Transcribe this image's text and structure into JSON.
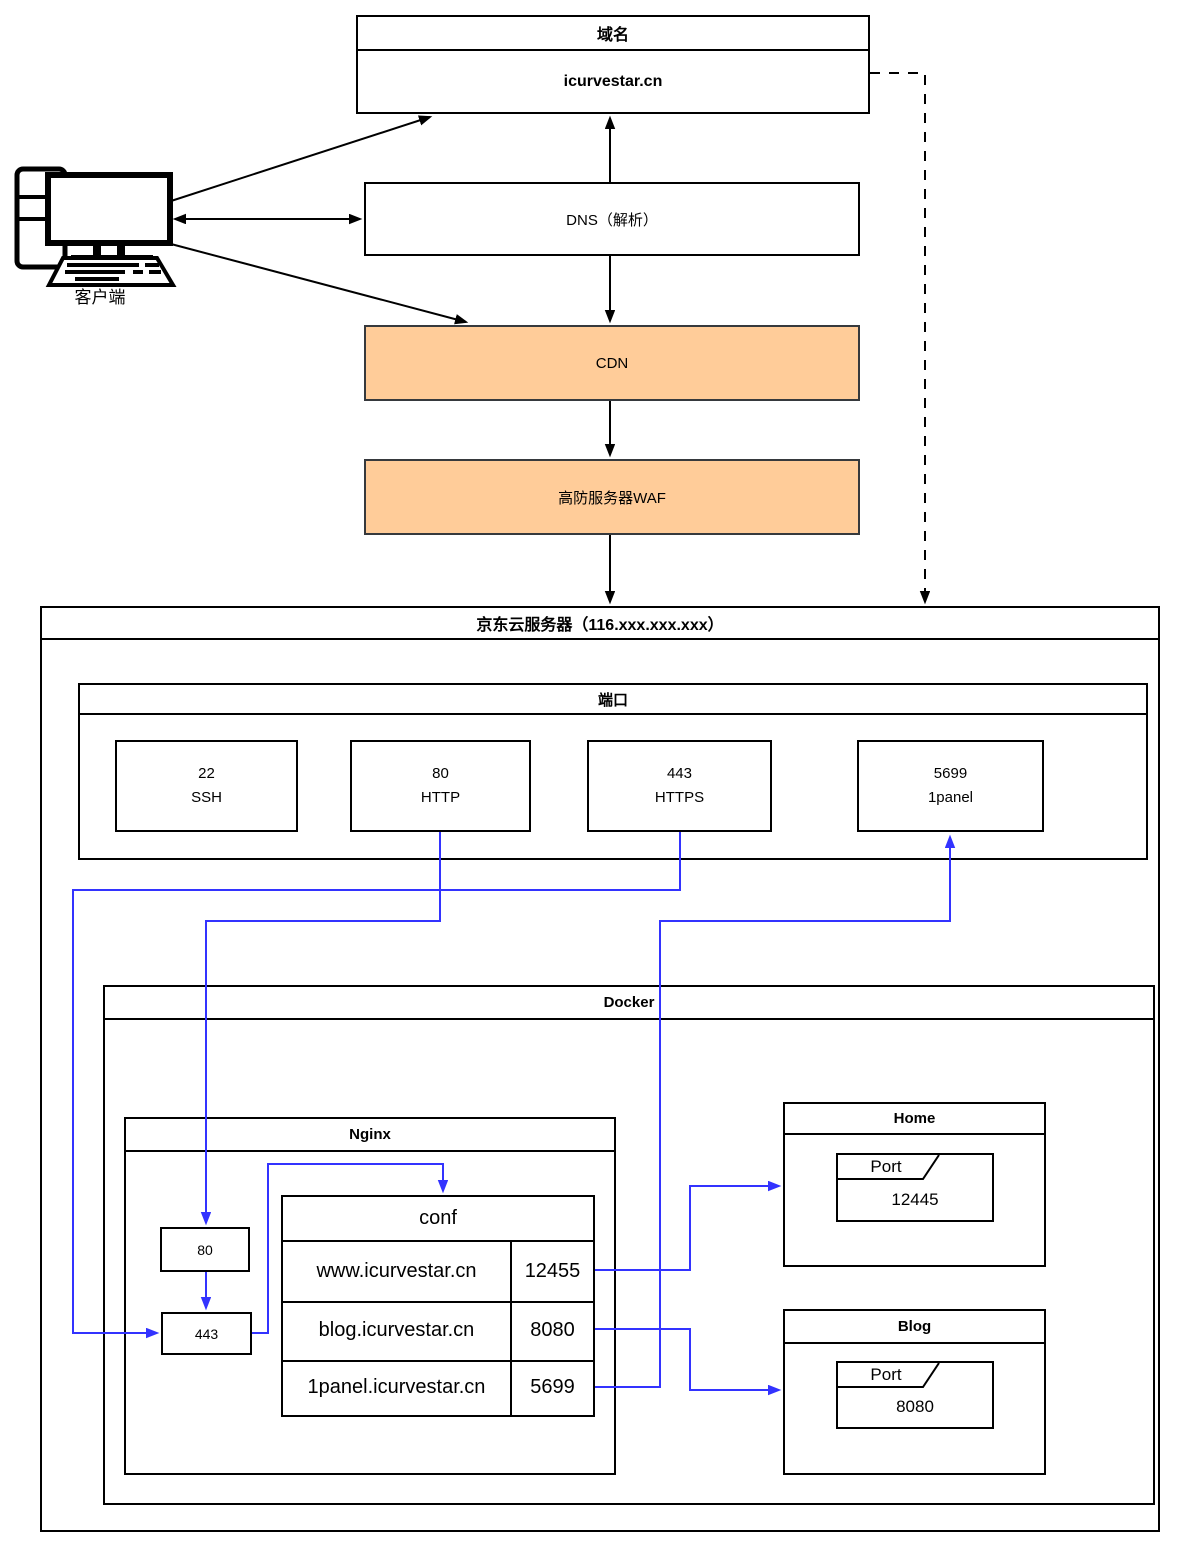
{
  "diagram": {
    "client": {
      "label": "客户端"
    },
    "domain": {
      "title": "域名",
      "value": "icurvestar.cn"
    },
    "dns": {
      "label": "DNS（解析）"
    },
    "cdn": {
      "label": "CDN"
    },
    "waf": {
      "label": "高防服务器WAF"
    },
    "server": {
      "title": "京东云服务器（116.xxx.xxx.xxx）",
      "ports": {
        "title": "端口",
        "items": [
          {
            "port": "22",
            "service": "SSH"
          },
          {
            "port": "80",
            "service": "HTTP"
          },
          {
            "port": "443",
            "service": "HTTPS"
          },
          {
            "port": "5699",
            "service": "1panel"
          }
        ]
      },
      "docker": {
        "title": "Docker",
        "nginx": {
          "title": "Nginx",
          "listen_80": "80",
          "listen_443": "443",
          "conf": {
            "title": "conf",
            "rows": [
              {
                "domain": "www.icurvestar.cn",
                "port": "12455"
              },
              {
                "domain": "blog.icurvestar.cn",
                "port": "8080"
              },
              {
                "domain": "1panel.icurvestar.cn",
                "port": "5699"
              }
            ]
          }
        },
        "containers": [
          {
            "title": "Home",
            "port_label": "Port",
            "port": "12445"
          },
          {
            "title": "Blog",
            "port_label": "Port",
            "port": "8080"
          }
        ]
      }
    },
    "colors": {
      "highlight_fill": "#ffcc99",
      "flow_line": "#3333ff",
      "stroke": "#000000"
    }
  }
}
